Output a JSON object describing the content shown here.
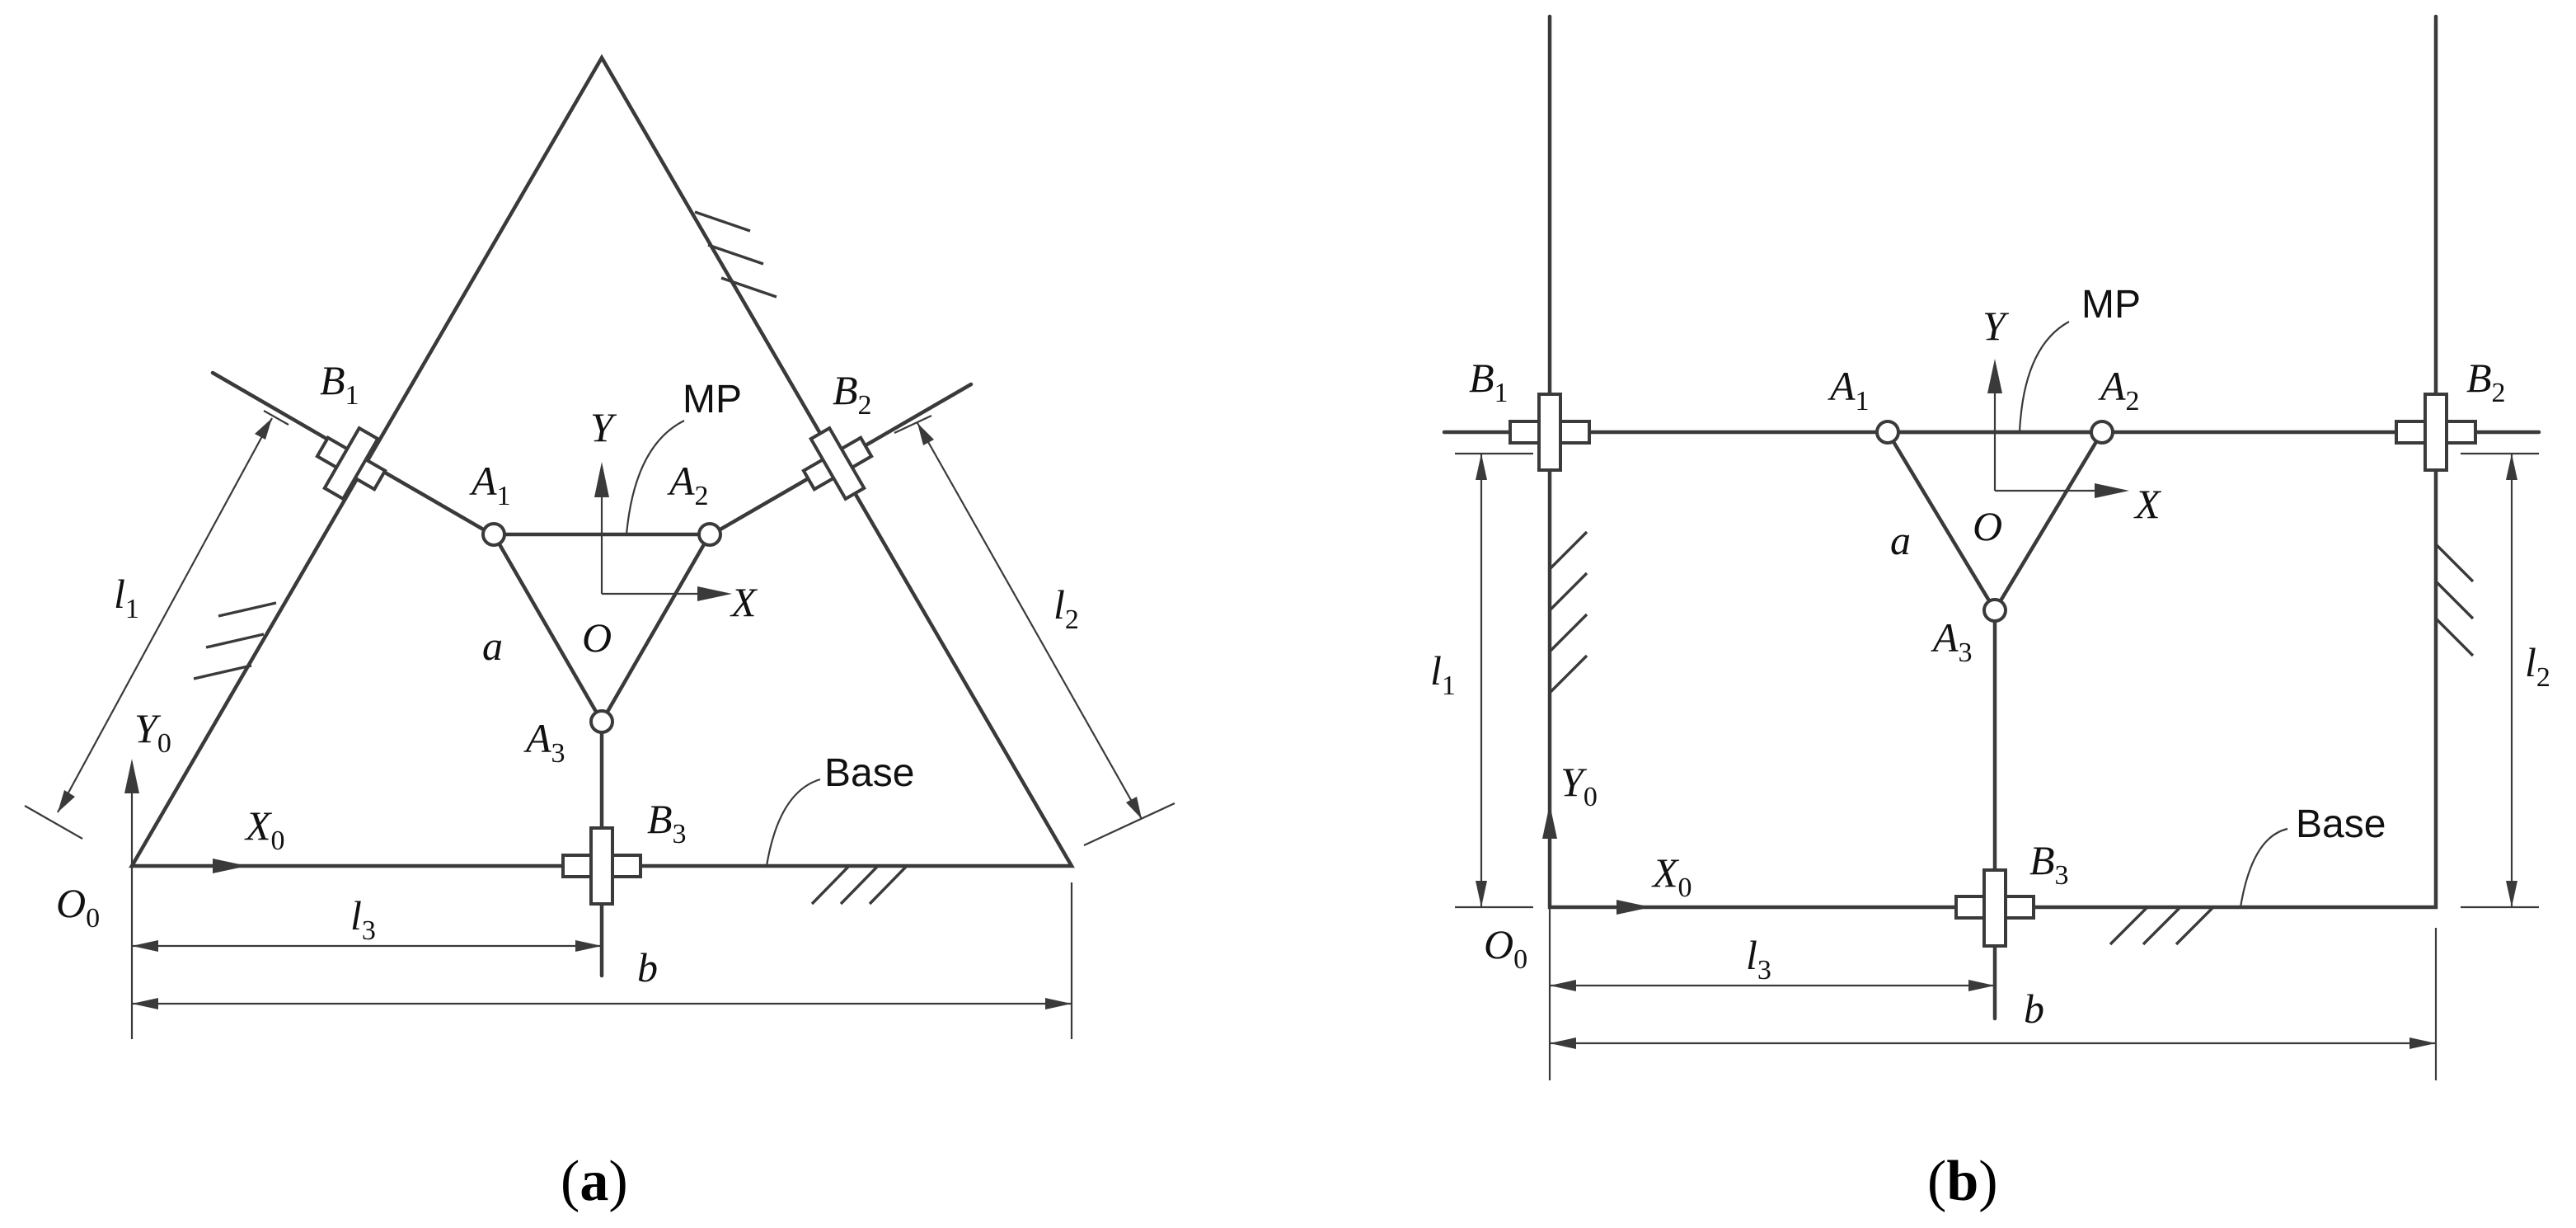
{
  "panel_a": {
    "caption": {
      "open": "(",
      "letter": "a",
      "close": ")"
    },
    "B1": {
      "main": "B",
      "sub": "1"
    },
    "B2": {
      "main": "B",
      "sub": "2"
    },
    "B3": {
      "main": "B",
      "sub": "3"
    },
    "A1": {
      "main": "A",
      "sub": "1"
    },
    "A2": {
      "main": "A",
      "sub": "2"
    },
    "A3": {
      "main": "A",
      "sub": "3"
    },
    "l1": {
      "main": "l",
      "sub": "1"
    },
    "l2": {
      "main": "l",
      "sub": "2"
    },
    "l3": {
      "main": "l",
      "sub": "3"
    },
    "Y0": {
      "main": "Y",
      "sub": "0"
    },
    "X0": {
      "main": "X",
      "sub": "0"
    },
    "O0": {
      "main": "O",
      "sub": "0"
    },
    "Y": "Y",
    "X": "X",
    "O": "O",
    "a": "a",
    "b": "b",
    "MP": "MP",
    "Base": "Base"
  },
  "panel_b": {
    "caption": {
      "open": "(",
      "letter": "b",
      "close": ")"
    },
    "B1": {
      "main": "B",
      "sub": "1"
    },
    "B2": {
      "main": "B",
      "sub": "2"
    },
    "B3": {
      "main": "B",
      "sub": "3"
    },
    "A1": {
      "main": "A",
      "sub": "1"
    },
    "A2": {
      "main": "A",
      "sub": "2"
    },
    "A3": {
      "main": "A",
      "sub": "3"
    },
    "l1": {
      "main": "l",
      "sub": "1"
    },
    "l2": {
      "main": "l",
      "sub": "2"
    },
    "l3": {
      "main": "l",
      "sub": "3"
    },
    "Y0": {
      "main": "Y",
      "sub": "0"
    },
    "X0": {
      "main": "X",
      "sub": "0"
    },
    "O0": {
      "main": "O",
      "sub": "0"
    },
    "Y": "Y",
    "X": "X",
    "O": "O",
    "a": "a",
    "b": "b",
    "MP": "MP",
    "Base": "Base"
  }
}
